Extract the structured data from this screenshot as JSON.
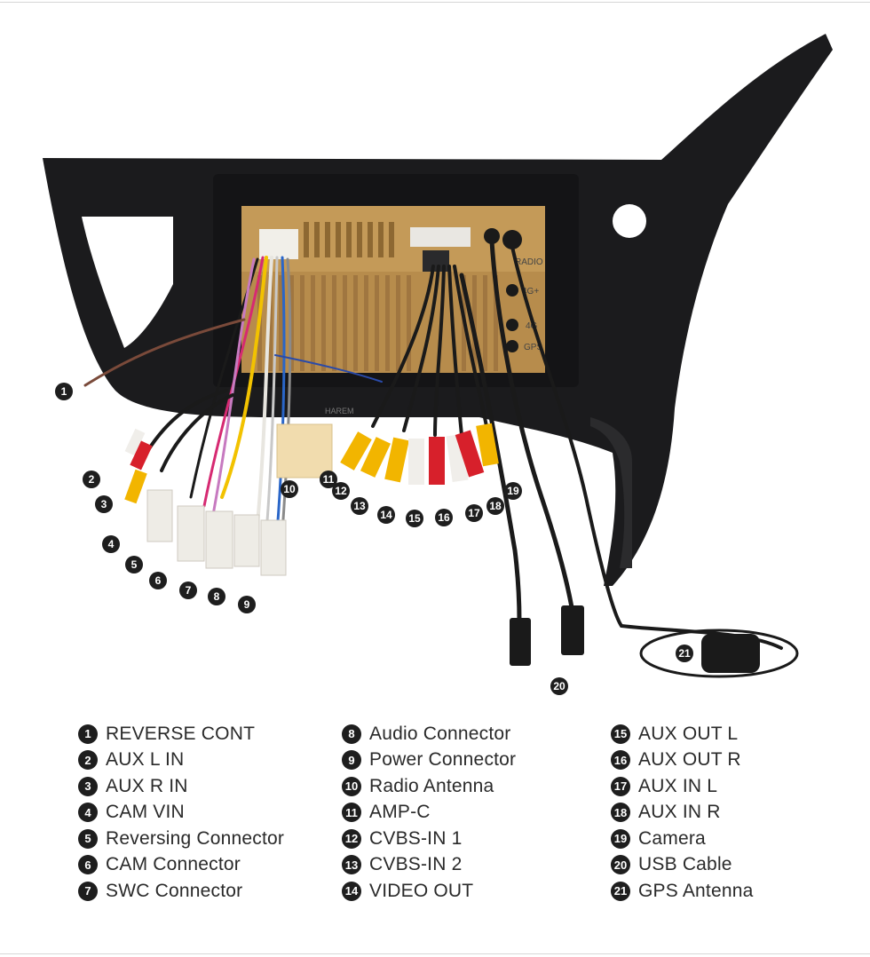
{
  "brand_watermark": "HAREM",
  "head_unit_labels": {
    "radio": "RADIO",
    "port_4g_plus": "4G+",
    "port_4g": "4G",
    "port_gps": "GPS"
  },
  "colors": {
    "bezel": "#1b1b1d",
    "housing": "#b78c4c",
    "rca_yellow": "#f2b500",
    "rca_red": "#d7202b",
    "rca_white": "#f0eeea",
    "connector_white": "#eeece6",
    "connector_beige": "#f1dcae",
    "marker": "#1e1e1e"
  },
  "callouts": [
    {
      "num": "1",
      "label": "REVERSE CONT"
    },
    {
      "num": "2",
      "label": "AUX L IN"
    },
    {
      "num": "3",
      "label": "AUX R IN"
    },
    {
      "num": "4",
      "label": "CAM VIN"
    },
    {
      "num": "5",
      "label": "Reversing Connector"
    },
    {
      "num": "6",
      "label": "CAM Connector"
    },
    {
      "num": "7",
      "label": "SWC Connector"
    },
    {
      "num": "8",
      "label": "Audio Connector"
    },
    {
      "num": "9",
      "label": "Power Connector"
    },
    {
      "num": "10",
      "label": "Radio Antenna"
    },
    {
      "num": "11",
      "label": "AMP-C"
    },
    {
      "num": "12",
      "label": "CVBS-IN 1"
    },
    {
      "num": "13",
      "label": "CVBS-IN 2"
    },
    {
      "num": "14",
      "label": "VIDEO OUT"
    },
    {
      "num": "15",
      "label": "AUX OUT L"
    },
    {
      "num": "16",
      "label": "AUX OUT R"
    },
    {
      "num": "17",
      "label": "AUX IN L"
    },
    {
      "num": "18",
      "label": "AUX IN R"
    },
    {
      "num": "19",
      "label": "Camera"
    },
    {
      "num": "20",
      "label": "USB Cable"
    },
    {
      "num": "21",
      "label": "GPS Antenna"
    }
  ]
}
